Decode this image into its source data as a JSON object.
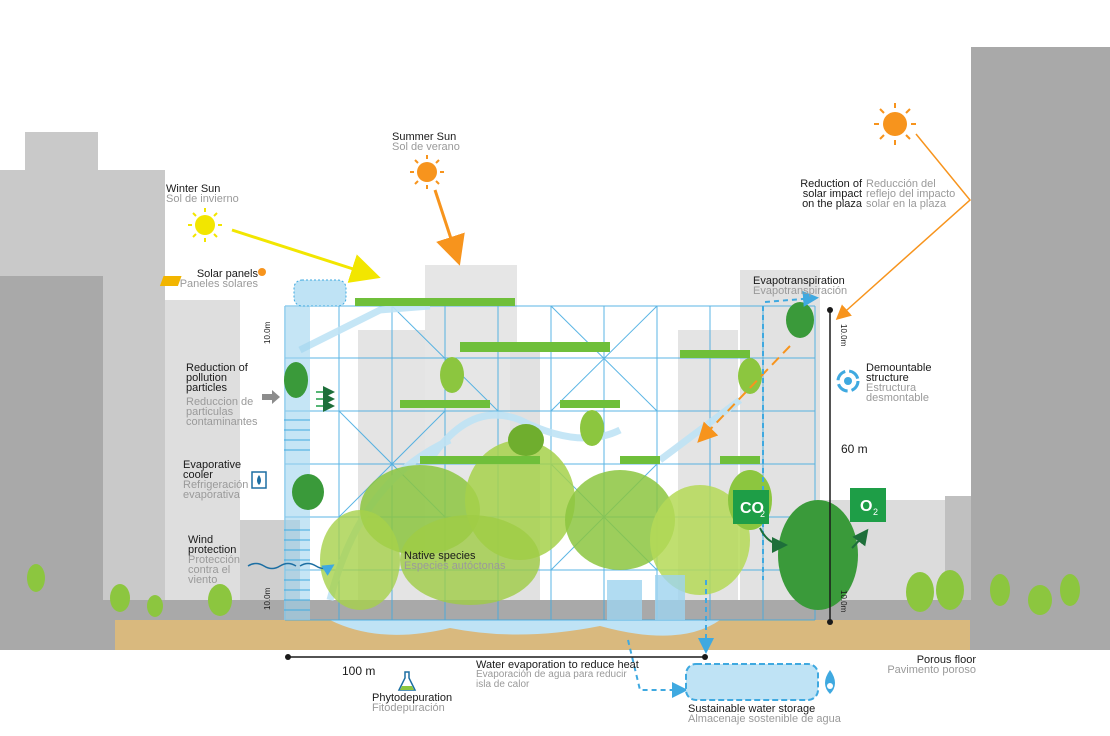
{
  "colors": {
    "building_grey": "#bcbcbc",
    "building_light": "#d6d6d6",
    "ground": "#d9b97e",
    "grid_blue": "#3fa9e0",
    "water_blue": "#bfe3f5",
    "plant_green": "#8cc63f",
    "dark_green": "#3a9a3a",
    "sun_orange": "#f7941d",
    "sun_yellow": "#f2e600",
    "co2_green": "#1e9e47",
    "arrow_grey": "#8c8c8c"
  },
  "labels": {
    "winter_sun": {
      "en": "Winter Sun",
      "es": "Sol de invierno"
    },
    "summer_sun": {
      "en": "Summer Sun",
      "es": "Sol de verano"
    },
    "solar_panels": {
      "en": "Solar panels",
      "es": "Paneles solares"
    },
    "pollution": {
      "en1": "Reduction of",
      "en2": "pollution",
      "en3": "particles",
      "es1": "Reduccion de",
      "es2": "particulas",
      "es3": "contaminantes"
    },
    "evaporative": {
      "en1": "Evaporative",
      "en2": "cooler",
      "es1": "Refrigeración",
      "es2": "evaporativa"
    },
    "wind": {
      "en1": "Wind",
      "en2": "protection",
      "es1": "Protección",
      "es2": "contra el",
      "es3": "viento"
    },
    "native": {
      "en": "Native species",
      "es": "Especies autóctonas"
    },
    "evapotranspiration": {
      "en": "Evapotranspiration",
      "es": "Evapotranspiración"
    },
    "solar_impact": {
      "en1": "Reduction of",
      "en2": "solar impact",
      "en3": "on the plaza",
      "es1": "Reducción del",
      "es2": "reflejo del impacto",
      "es3": "solar en la plaza"
    },
    "demountable": {
      "en1": "Demountable",
      "en2": "structure",
      "es1": "Estructura",
      "es2": "desmontable"
    },
    "water_evap": {
      "en": "Water evaporation to reduce heat",
      "es1": "Evaporación de agua para reducir",
      "es2": "isla de calor"
    },
    "phyto": {
      "en": "Phytodepuration",
      "es": "Fitodepuración"
    },
    "storage": {
      "en": "Sustainable water storage",
      "es": "Almacenaje sostenible de agua"
    },
    "porous": {
      "en": "Porous floor",
      "es": "Pavimento poroso"
    }
  },
  "dimensions": {
    "width": "100 m",
    "height": "60 m",
    "module_top": "10.0m",
    "module_bottom": "10.0m",
    "right_top": "10.0m",
    "right_bottom": "10.0m"
  },
  "badges": {
    "co2_main": "CO",
    "co2_sub": "2",
    "o2_main": "O",
    "o2_sub": "2"
  },
  "icons": [
    "sun-icon",
    "solar-panel-icon",
    "flask-icon",
    "water-drop-icon",
    "recycle-icon",
    "co2-icon",
    "o2-icon"
  ]
}
